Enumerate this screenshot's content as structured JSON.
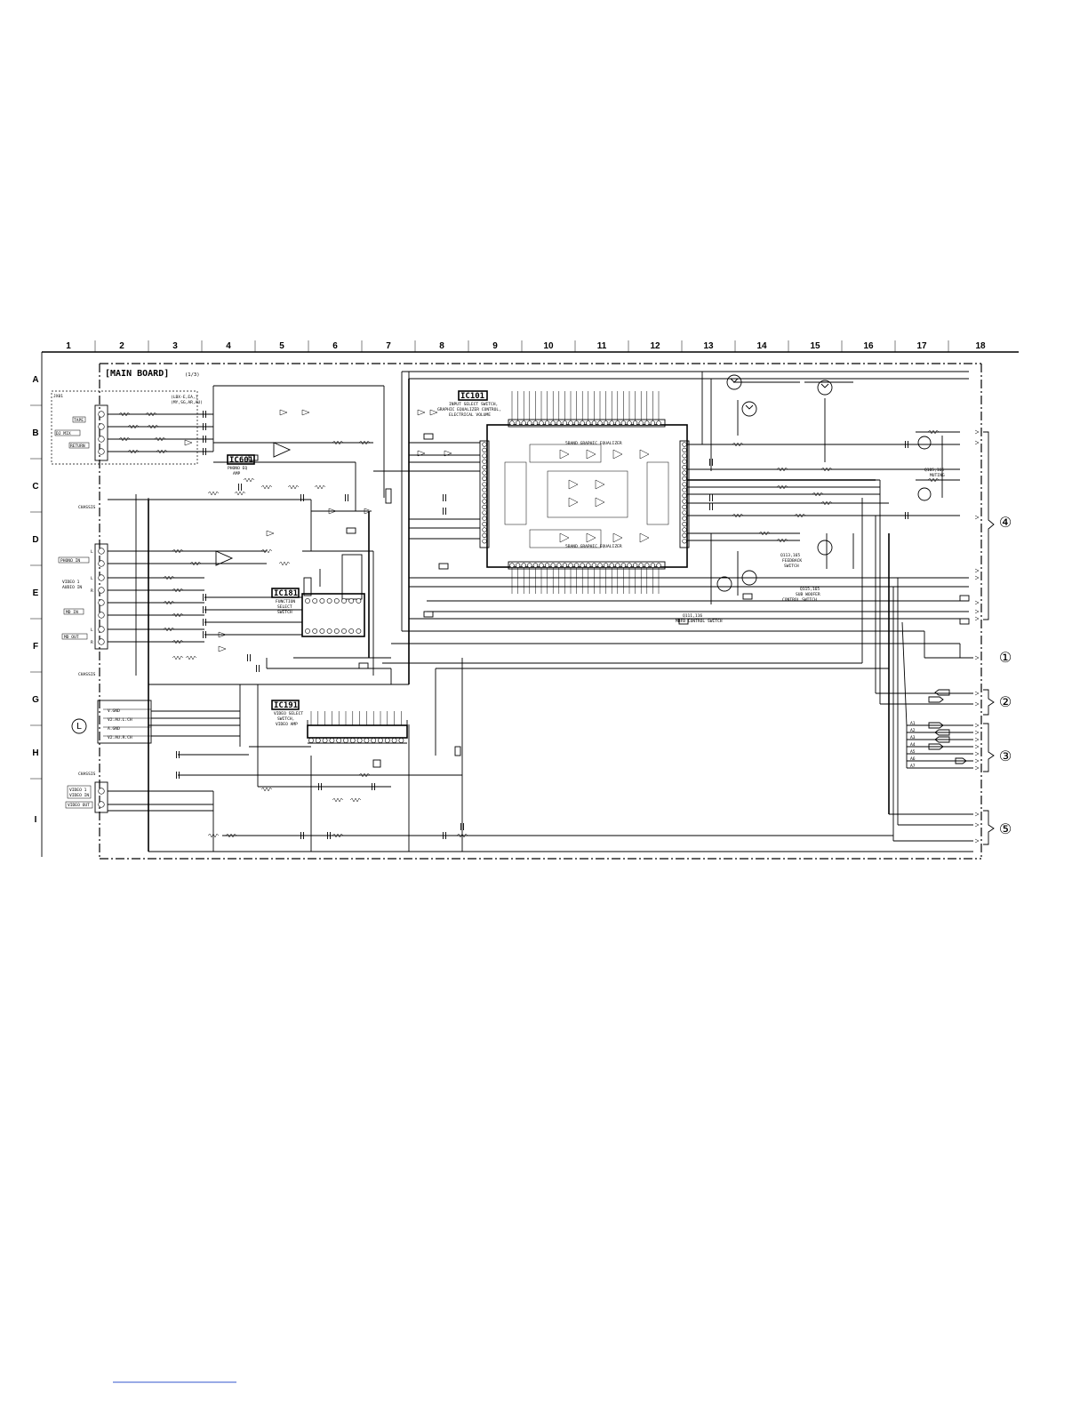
{
  "board_title": "[MAIN BOARD]",
  "board_page": "(1/3)",
  "grid": {
    "columns": [
      "1",
      "2",
      "3",
      "4",
      "5",
      "6",
      "7",
      "8",
      "9",
      "10",
      "11",
      "12",
      "13",
      "14",
      "15",
      "16",
      "17",
      "18"
    ],
    "rows": [
      "A",
      "B",
      "C",
      "D",
      "E",
      "F",
      "G",
      "H",
      "I"
    ]
  },
  "ics": [
    {
      "id": "ic101",
      "name": "IC101",
      "ref": "IC101",
      "desc": [
        "INPUT SELECT SWITCH,",
        "GRAPHIC EQUALIZER CONTROL,",
        "ELECTRICAL VOLUME"
      ]
    },
    {
      "id": "ic601",
      "name": "IC601",
      "ref": "IC601",
      "desc": [
        "PHONO EQ",
        "AMP"
      ]
    },
    {
      "id": "ic181",
      "name": "IC181",
      "ref": "IC181",
      "desc": [
        "FUNCTION",
        "SELECT",
        "SWITCH"
      ]
    },
    {
      "id": "ic191",
      "name": "IC191",
      "ref": "IC191",
      "desc": [
        "VIDEO SELECT",
        "SWITCH,",
        "VIDEO AMP"
      ]
    }
  ],
  "jacks": {
    "tape_label": "TAPE",
    "dj_mix": "DJ MIX",
    "return": "RETURN",
    "phono_in": "PHONO IN",
    "video1_audio_in": [
      "VIDEO 1",
      "AUDIO IN"
    ],
    "md_in": "MD IN",
    "md_out": "MD OUT",
    "chassis": "CHASSIS",
    "video1_video_in": [
      "VIDEO 1",
      "VIDEO IN"
    ],
    "video_out": "VIDEO OUT",
    "jack_left": "L",
    "jack_right": "R"
  },
  "notes": {
    "equalizer_top": "5BAND GRAPHIC EQUALIZER",
    "equalizer_bottom": "5BAND GRAPHIC EQUALIZER",
    "q111": [
      "Q111,116",
      "MBFB CONTROL SWITCH"
    ],
    "q113": [
      "Q113,165",
      "FEEDBACK",
      "SWITCH"
    ],
    "q115": [
      "Q115,165",
      "SUB WOOFER",
      "CONTROL SWITCH"
    ],
    "q105": [
      "Q105,165",
      "MUTING"
    ],
    "l_marker": "L",
    "cn_label": [
      "V.GND",
      "V2.AU.L.CH",
      "A.GND",
      "V2.AU.R.CH"
    ],
    "model_note_1": "(LBX-E,EA,)",
    "model_note_2": "(MY,SG,AR,AU)"
  },
  "connectors_right": [
    {
      "id": "c4",
      "label": "④"
    },
    {
      "id": "c1",
      "label": "①"
    },
    {
      "id": "c2",
      "label": "②"
    },
    {
      "id": "c3",
      "label": "③"
    },
    {
      "id": "c5",
      "label": "⑤"
    }
  ],
  "bus_labels": [
    "A1",
    "A2",
    "A3",
    "A4",
    "A5",
    "A6",
    "A7"
  ]
}
